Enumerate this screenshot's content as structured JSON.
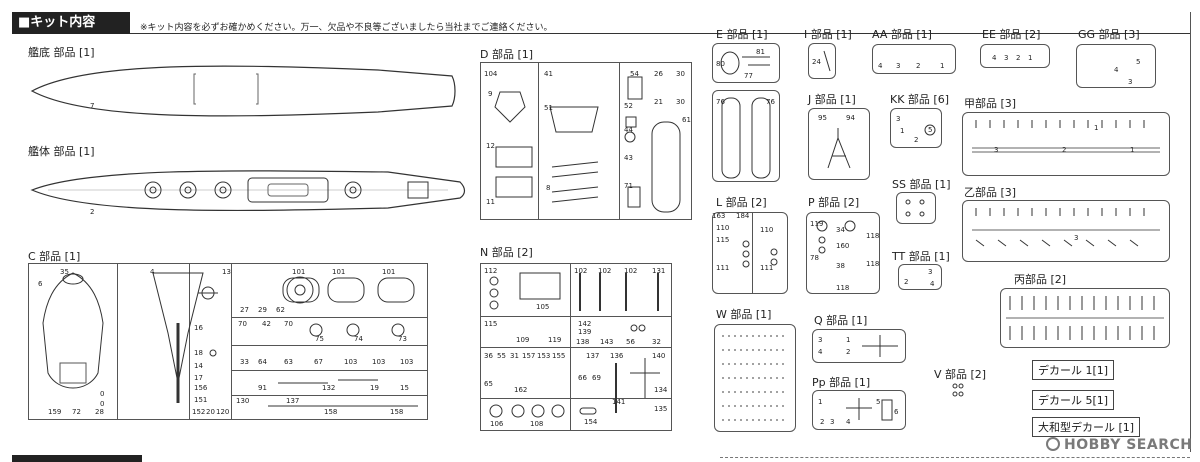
{
  "header": {
    "title": "■キット内容"
  },
  "note": "※キット内容を必ずお確かめください。万一、欠品や不良等ございましたら当社までご連絡ください。",
  "sections": {
    "hull_bottom": "艦底 部品 [1]",
    "hull": "艦体 部品 [1]",
    "c": "C 部品 [1]",
    "d": "D 部品 [1]",
    "n": "N 部品 [2]",
    "e": "E 部品 [1]",
    "i": "I 部品 [1]",
    "aa": "AA 部品 [1]",
    "ee": "EE 部品 [2]",
    "gg": "GG 部品 [3]",
    "j": "J 部品 [1]",
    "kk": "KK 部品 [6]",
    "ko": "甲部品 [3]",
    "ss": "SS 部品 [1]",
    "otsu": "乙部品 [3]",
    "l": "L 部品 [2]",
    "p": "P 部品 [2]",
    "tt": "TT 部品 [1]",
    "hei": "丙部品 [2]",
    "w": "W 部品 [1]",
    "q": "Q 部品 [1]",
    "pp": "Pp 部品 [1]",
    "v": "V 部品 [2]"
  },
  "decals": [
    "デカール 1[1]",
    "デカール 5[1]",
    "大和型デカール [1]"
  ],
  "watermark": "HOBBY SEARCH",
  "part_numbers": {
    "hull_bottom": [
      "7"
    ],
    "hull": [
      "2"
    ],
    "c": [
      "35",
      "6",
      "4",
      "13",
      "16",
      "18",
      "14",
      "17",
      "156",
      "151",
      "152",
      "20",
      "120",
      "159",
      "72",
      "28",
      "0",
      "0",
      "101",
      "101",
      "101",
      "27",
      "29",
      "62",
      "70",
      "42",
      "70",
      "75",
      "74",
      "73",
      "33",
      "64",
      "63",
      "67",
      "103",
      "103",
      "103",
      "91",
      "132",
      "19",
      "15",
      "130",
      "137",
      "158",
      "158"
    ],
    "d": [
      "104",
      "9",
      "12",
      "11",
      "41",
      "51",
      "8",
      "54",
      "26",
      "30",
      "52",
      "21",
      "30",
      "44",
      "61",
      "43",
      "71"
    ],
    "n": [
      "112",
      "105",
      "102",
      "102",
      "102",
      "131",
      "115",
      "109",
      "119",
      "142",
      "139",
      "138",
      "143",
      "56",
      "32",
      "36",
      "55",
      "31",
      "157",
      "153",
      "155",
      "137",
      "136",
      "140",
      "65",
      "162",
      "66",
      "69",
      "134",
      "141",
      "135",
      "106",
      "108",
      "154"
    ],
    "e": [
      "81",
      "80",
      "77",
      "76",
      "76"
    ],
    "i": [
      "24"
    ],
    "aa": [
      "4",
      "3",
      "2",
      "1"
    ],
    "ee": [
      "4",
      "3",
      "2",
      "1"
    ],
    "gg": [
      "4",
      "5",
      "3"
    ],
    "j": [
      "95",
      "94"
    ],
    "kk": [
      "3",
      "1",
      "2",
      "5"
    ],
    "ko": [
      "1",
      "3",
      "2",
      "1"
    ],
    "otsu": [
      "3"
    ],
    "l": [
      "163",
      "184",
      "110",
      "115",
      "110",
      "111",
      "111"
    ],
    "p": [
      "119",
      "34",
      "160",
      "78",
      "38",
      "118",
      "118",
      "118"
    ],
    "tt": [
      "2",
      "3",
      "4"
    ],
    "q": [
      "3",
      "4",
      "1",
      "2"
    ],
    "pp": [
      "1",
      "2",
      "3",
      "4",
      "5",
      "6"
    ]
  }
}
